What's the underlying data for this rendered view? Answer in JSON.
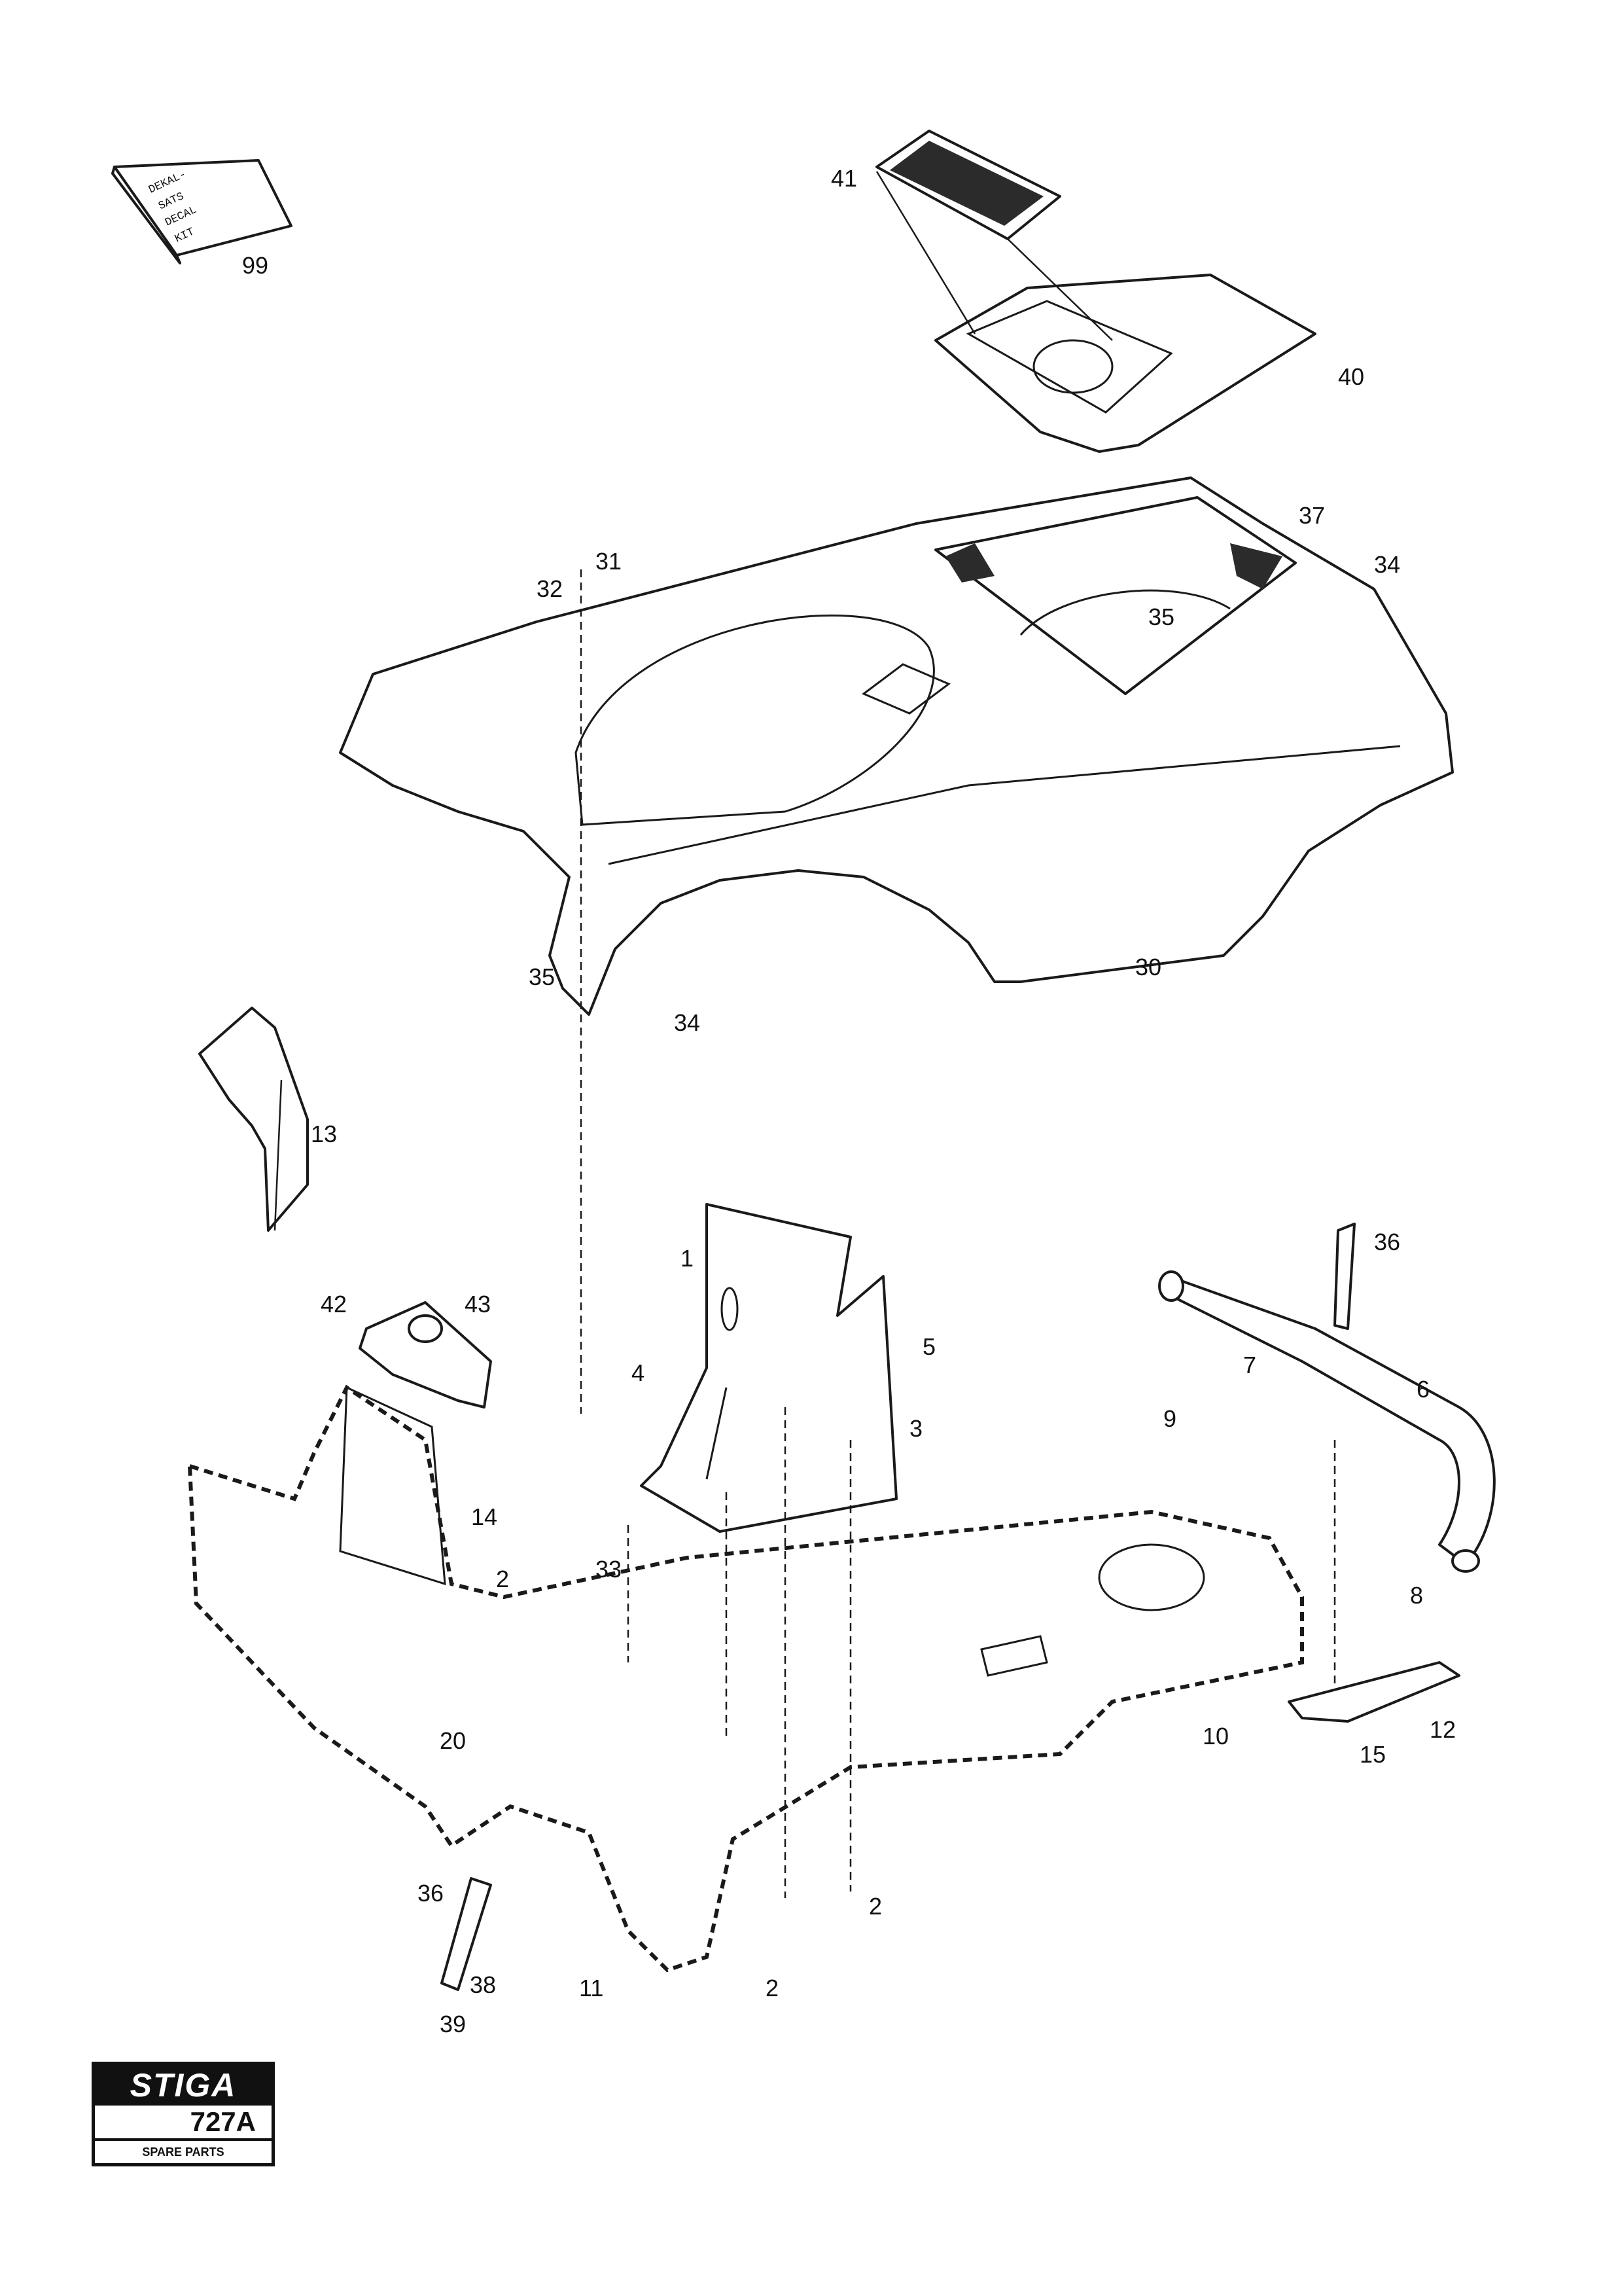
{
  "decal_kit": {
    "lines": [
      "DEKAL-",
      "SATS",
      "DECAL",
      "KIT"
    ]
  },
  "callouts": {
    "c99": "99",
    "c41": "41",
    "c40": "40",
    "c37": "37",
    "c34a": "34",
    "c31": "31",
    "c32": "32",
    "c35a": "35",
    "c13": "13",
    "c35b": "35",
    "c34b": "34",
    "c30": "30",
    "c36a": "36",
    "c1": "1",
    "c42": "42",
    "c43": "43",
    "c5": "5",
    "c4": "4",
    "c3": "3",
    "c7": "7",
    "c6": "6",
    "c9": "9",
    "c14": "14",
    "c2a": "2",
    "c33": "33",
    "c8": "8",
    "c10": "10",
    "c12": "12",
    "c15": "15",
    "c20": "20",
    "c36b": "36",
    "c11": "11",
    "c2b": "2",
    "c2c": "2",
    "c38": "38",
    "c39": "39"
  },
  "logo": {
    "brand": "STIGA",
    "model": "727A",
    "subtitle": "SPARE PARTS"
  }
}
